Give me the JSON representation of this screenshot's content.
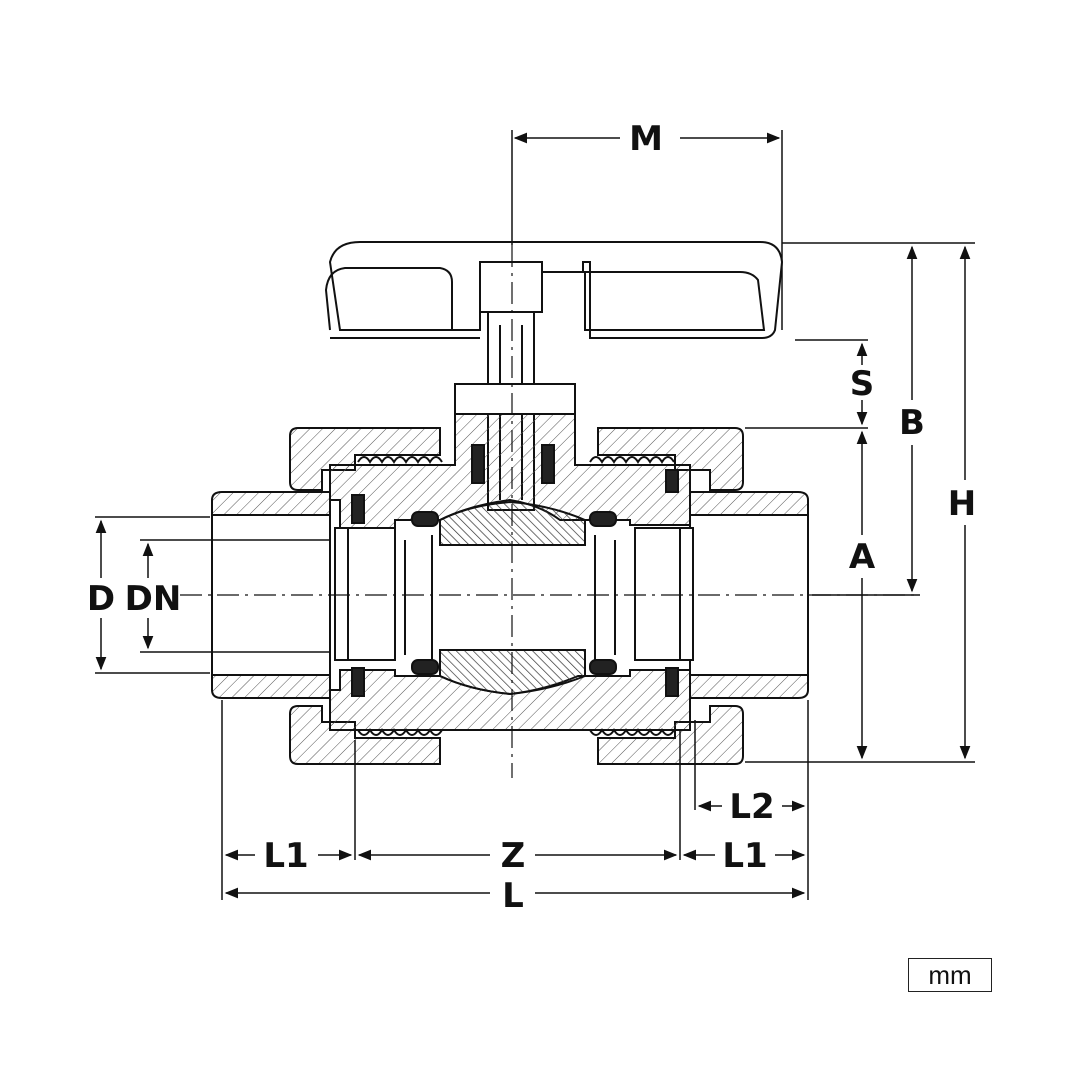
{
  "diagram": {
    "subject": "ball-valve-cross-section",
    "dimension_labels": {
      "M": "M",
      "S": "S",
      "B": "B",
      "H": "H",
      "A": "A",
      "D": "D",
      "DN": "DN",
      "L1_left": "L1",
      "Z": "Z",
      "L1_right": "L1",
      "L2": "L2",
      "L": "L"
    },
    "unit": "mm"
  },
  "colors": {
    "line": "#111111",
    "background": "#ffffff",
    "hatch": "#555555"
  }
}
